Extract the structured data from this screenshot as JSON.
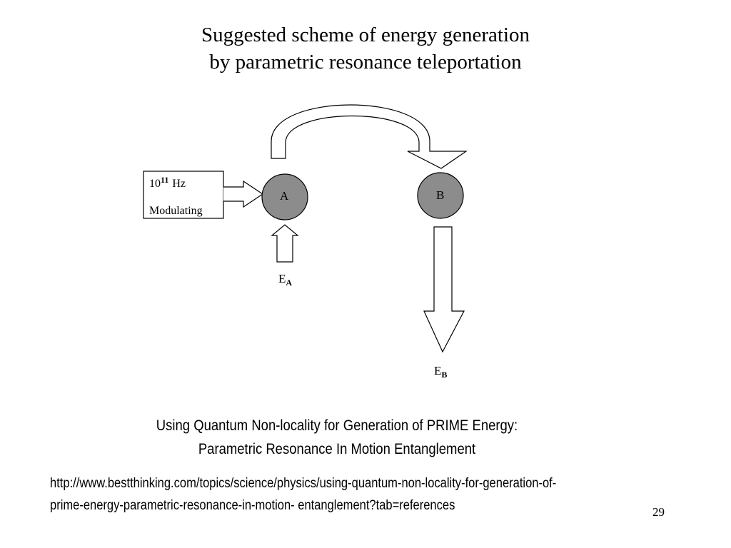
{
  "slide": {
    "title_line1": "Suggested scheme of energy generation",
    "title_line2": "by parametric resonance teleportation",
    "subtitle_line1": "Using Quantum Non-locality for Generation of PRIME Energy:",
    "subtitle_line2": "Parametric Resonance In Motion Entanglement",
    "url_line1": "http://www.bestthinking.com/topics/science/physics/using-quantum-non-locality-for-generation-of-",
    "url_line2": "prime-energy-parametric-resonance-in-motion- entanglement?tab=references",
    "page_number": "29"
  },
  "diagram": {
    "node_a_label": "A",
    "node_b_label": "B",
    "modulator_base": "10",
    "modulator_exponent": "11",
    "modulator_unit": "Hz",
    "modulator_label": "Modulating",
    "energy_a_main": "E",
    "energy_a_sub": "A",
    "energy_b_main": "E",
    "energy_b_sub": "B",
    "node_fill": "#8c8c8c",
    "stroke_color": "#000000"
  }
}
